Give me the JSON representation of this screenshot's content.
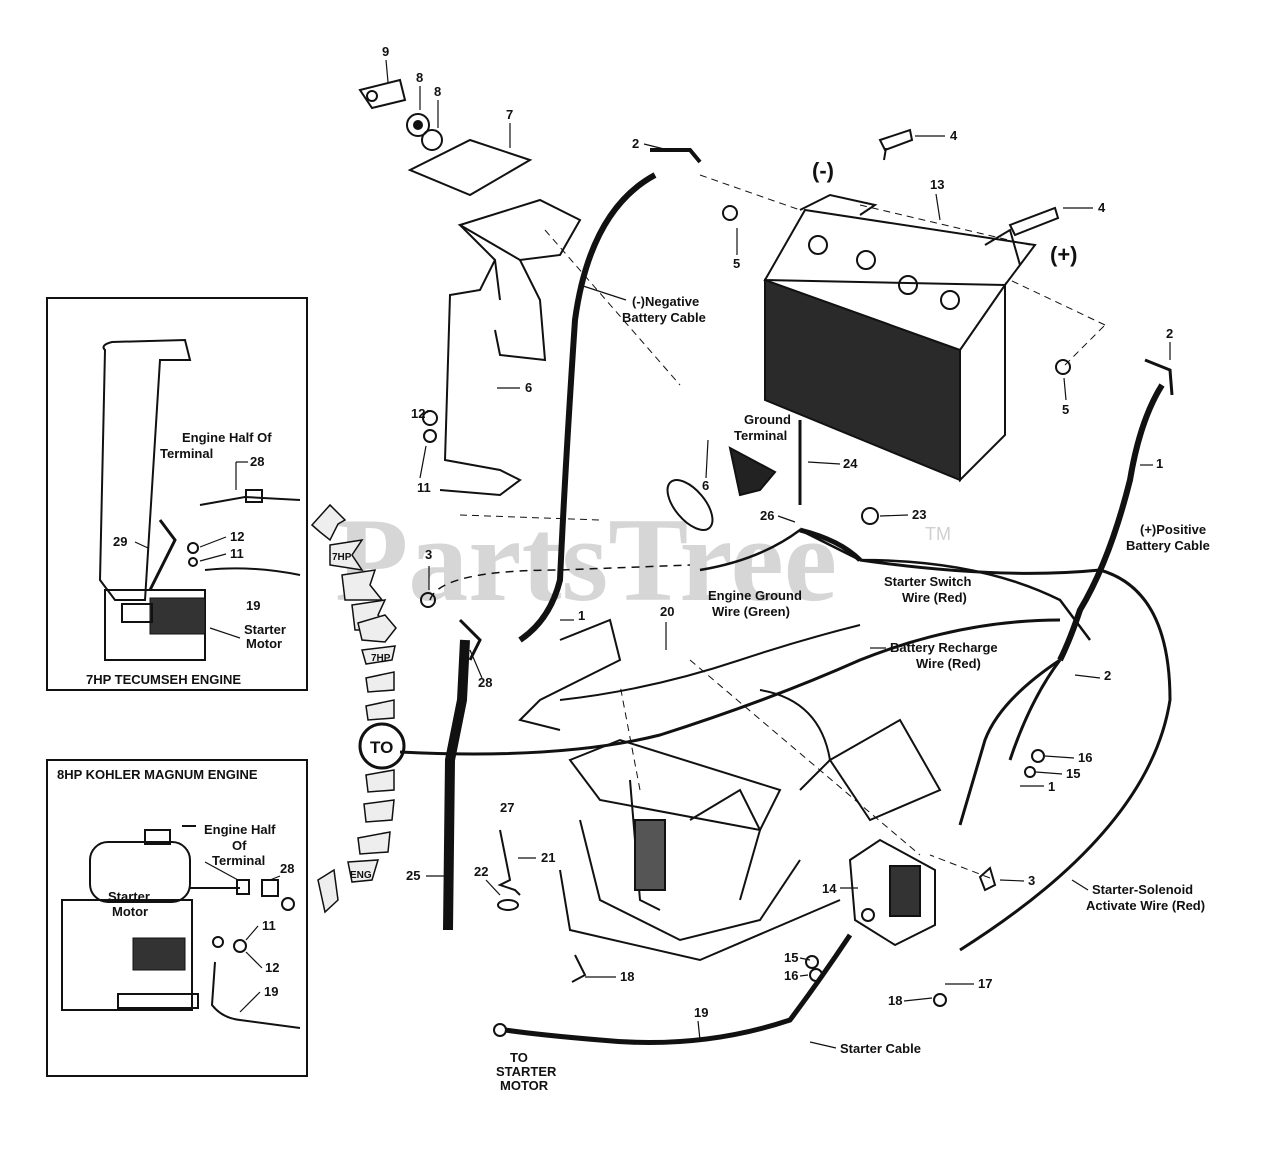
{
  "watermark": {
    "text": "PartsTree",
    "tm": "TM"
  },
  "symbols": {
    "negative": "(-)",
    "positive": "(+)"
  },
  "inset_7hp": {
    "title": "7HP TECUMSEH ENGINE",
    "labels": {
      "engine_half_1": "Engine Half Of",
      "engine_half_2": "Terminal",
      "starter_1": "Starter",
      "starter_2": "Motor"
    },
    "callouts": {
      "c28": "28",
      "c29": "29",
      "c12": "12",
      "c11": "11",
      "c19": "19"
    }
  },
  "inset_8hp": {
    "title": "8HP KOHLER MAGNUM ENGINE",
    "labels": {
      "engine_half_1": "Engine Half",
      "engine_half_2": "Of",
      "engine_half_3": "Terminal",
      "starter_1": "Starter",
      "starter_2": "Motor"
    },
    "callouts": {
      "c28": "28",
      "c11": "11",
      "c12": "12",
      "c19": "19"
    }
  },
  "labels": {
    "neg_cable_1": "(-)Negative",
    "neg_cable_2": "Battery Cable",
    "ground_terminal_1": "Ground",
    "ground_terminal_2": "Terminal",
    "pos_cable_1": "(+)Positive",
    "pos_cable_2": "Battery Cable",
    "starter_switch_1": "Starter Switch",
    "starter_switch_2": "Wire (Red)",
    "engine_ground_1": "Engine Ground",
    "engine_ground_2": "Wire (Green)",
    "recharge_1": "Battery Recharge",
    "recharge_2": "Wire (Red)",
    "solenoid_1": "Starter-Solenoid",
    "solenoid_2": "Activate Wire (Red)",
    "starter_cable": "Starter Cable",
    "to_starter_1": "TO",
    "to_starter_2": "STARTER",
    "to_starter_3": "MOTOR",
    "to_circle": "TO"
  },
  "arrows": [
    "7HP",
    "7HP",
    "ENG"
  ],
  "callouts": {
    "c9": "9",
    "c8a": "8",
    "c8b": "8",
    "c7": "7",
    "c2a": "2",
    "c4a": "4",
    "c4b": "4",
    "c13": "13",
    "c5a": "5",
    "c5b": "5",
    "c2b": "2",
    "c6a": "6",
    "c12": "12",
    "c11": "11",
    "c6b": "6",
    "c24": "24",
    "c1a": "1",
    "c26": "26",
    "c23": "23",
    "c3a": "3",
    "c1b": "1",
    "c20": "20",
    "c2c": "2",
    "c28": "28",
    "c16a": "16",
    "c15a": "15",
    "c1c": "1",
    "c27": "27",
    "c21": "21",
    "c22": "22",
    "c25": "25",
    "c14": "14",
    "c3b": "3",
    "c15b": "15",
    "c16b": "16",
    "c17": "17",
    "c18a": "18",
    "c18b": "18",
    "c19": "19"
  },
  "colors": {
    "ink": "#111111",
    "watermark": "#d6d6d6",
    "background": "#ffffff"
  }
}
